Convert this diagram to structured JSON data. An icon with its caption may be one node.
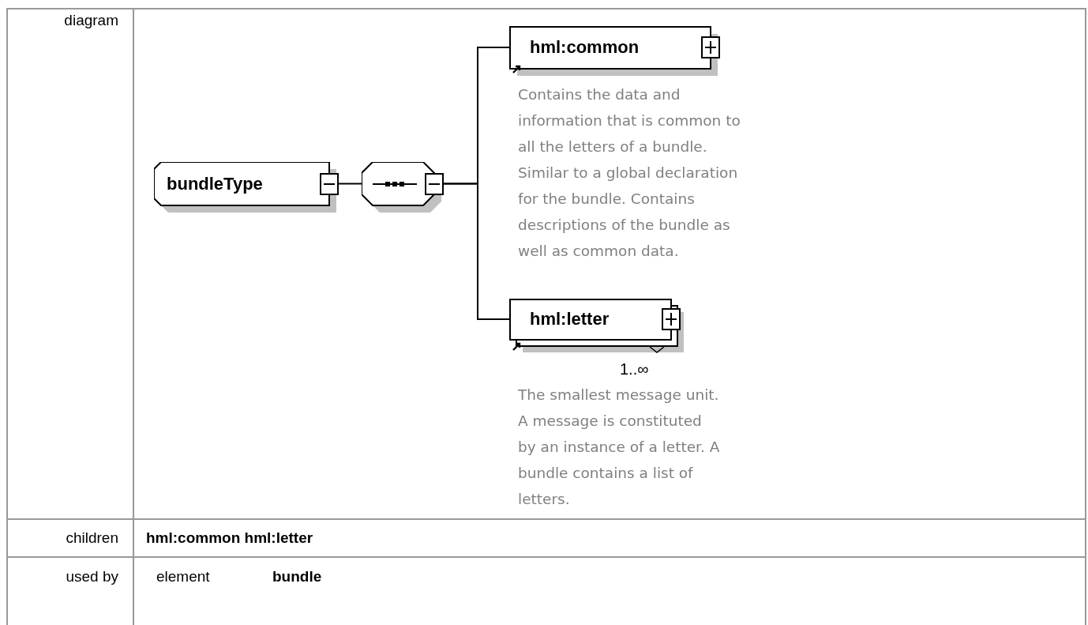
{
  "diagram": {
    "nodes": [
      {
        "text": [
          "bundleType"
        ]
      },
      {
        "text": [],
        "shape": "octagon"
      },
      {
        "text": [
          "hml:common"
        ],
        "beside": [
          "Contains the data and information that is common to all the letters of a bundle. Similar to a global declaration for the bundle. Contains descriptions of the bundle as well as common data."
        ]
      },
      {
        "text": [
          "hml:letter"
        ],
        "beside": [
          "1..∞",
          "The smallest message unit. A message is constituted by an instance of a letter. A bundle contains a list of letters."
        ]
      }
    ],
    "edges": [
      {
        "from": 0,
        "to": 1,
        "arrow": "none"
      },
      {
        "from": 1,
        "to": 2,
        "arrow": "none"
      },
      {
        "from": 1,
        "to": 3,
        "arrow": "none"
      }
    ],
    "labels": [
      "diagram",
      "children",
      "hml:common hml:letter",
      "used by",
      "element",
      "bundle"
    ]
  }
}
